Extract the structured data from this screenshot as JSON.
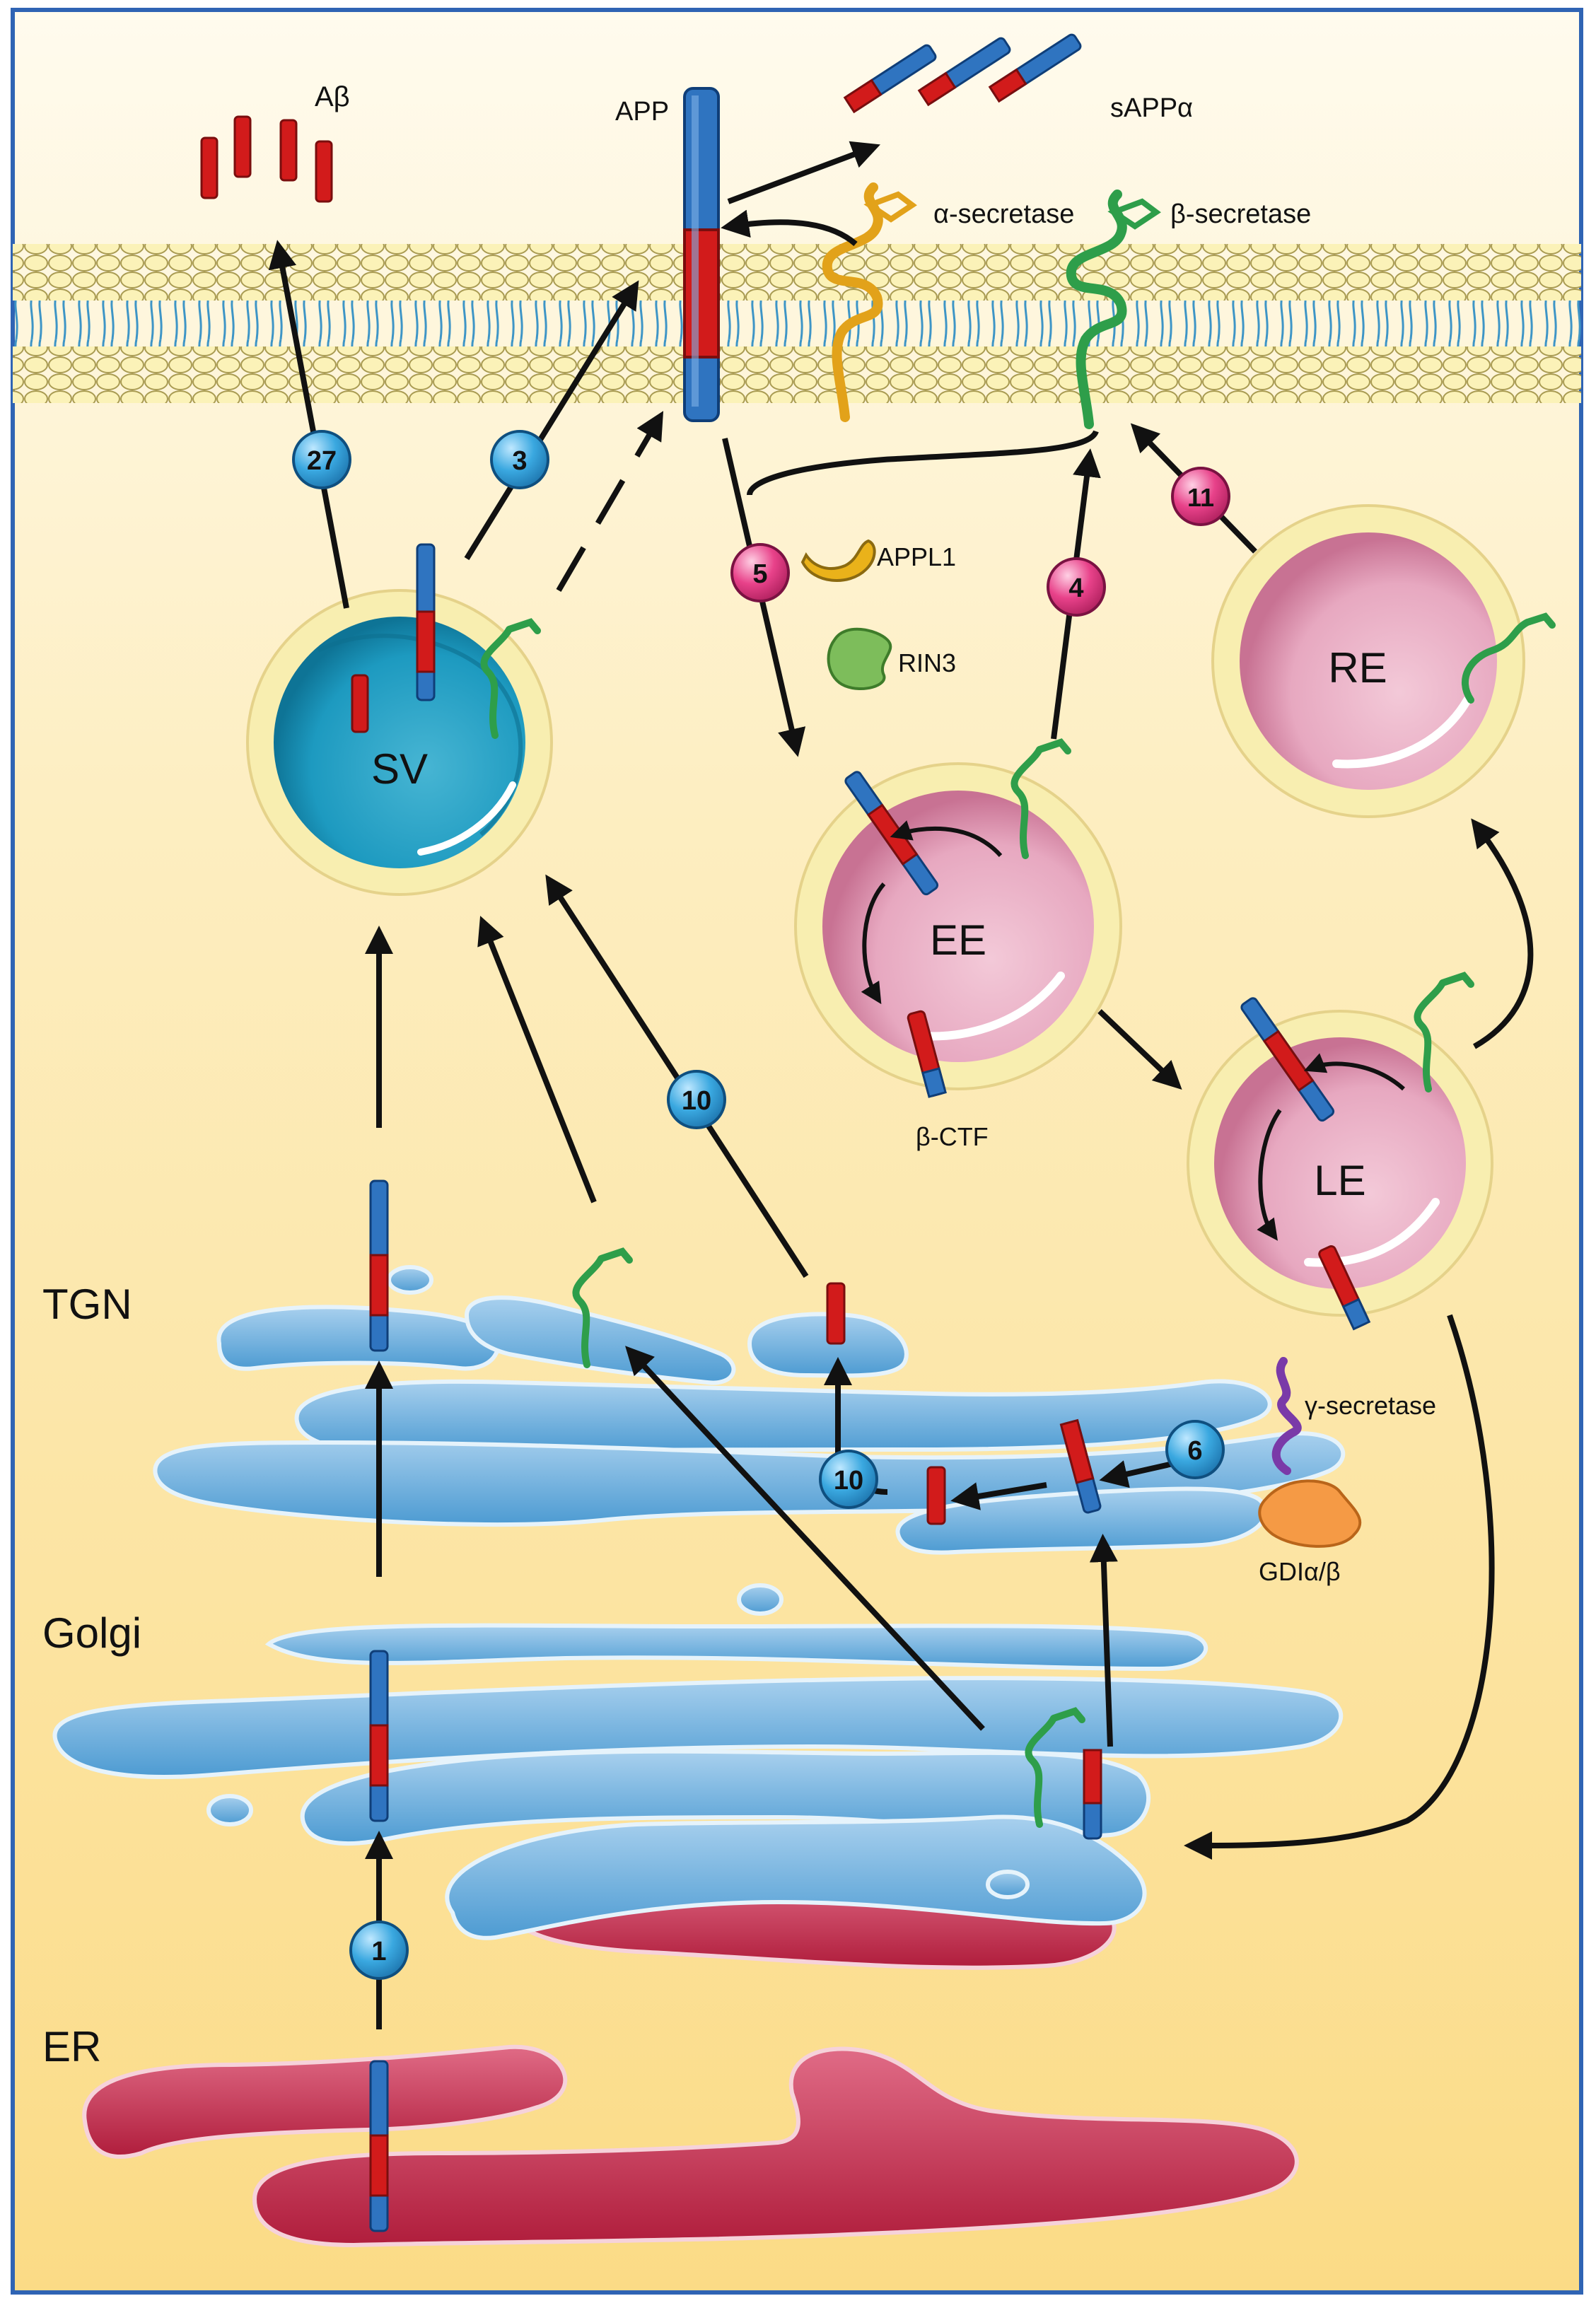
{
  "labels": {
    "abeta": "Aβ",
    "app": "APP",
    "sappa": "sAPPα",
    "alpha_secretase": "α-secretase",
    "beta_secretase": "β-secretase",
    "gamma_secretase": "γ-secretase",
    "appl1": "APPL1",
    "rin3": "RIN3",
    "beta_ctf": "β-CTF",
    "gdi": "GDIα/β",
    "tgn": "TGN",
    "golgi": "Golgi",
    "er": "ER"
  },
  "compartments": {
    "sv": "SV",
    "ee": "EE",
    "le": "LE",
    "re": "RE"
  },
  "steps": {
    "s27": "27",
    "s3": "3",
    "s5": "5",
    "s4": "4",
    "s11": "11",
    "s10a": "10",
    "s10b": "10",
    "s6": "6",
    "s1": "1"
  },
  "colors": {
    "app_blue": "#2f74c0",
    "app_red": "#d21b1b",
    "beta_green": "#2e9e4a",
    "alpha_gold": "#e2a21a",
    "gamma_purple": "#7a3aa8",
    "step_blue": "#39a7df",
    "step_pink": "#e0387f",
    "golgi_blue": "#6aaedc",
    "er_red": "#c42a4a",
    "endosome_pink": "#d88aa8",
    "sv_teal": "#1a90b2"
  }
}
